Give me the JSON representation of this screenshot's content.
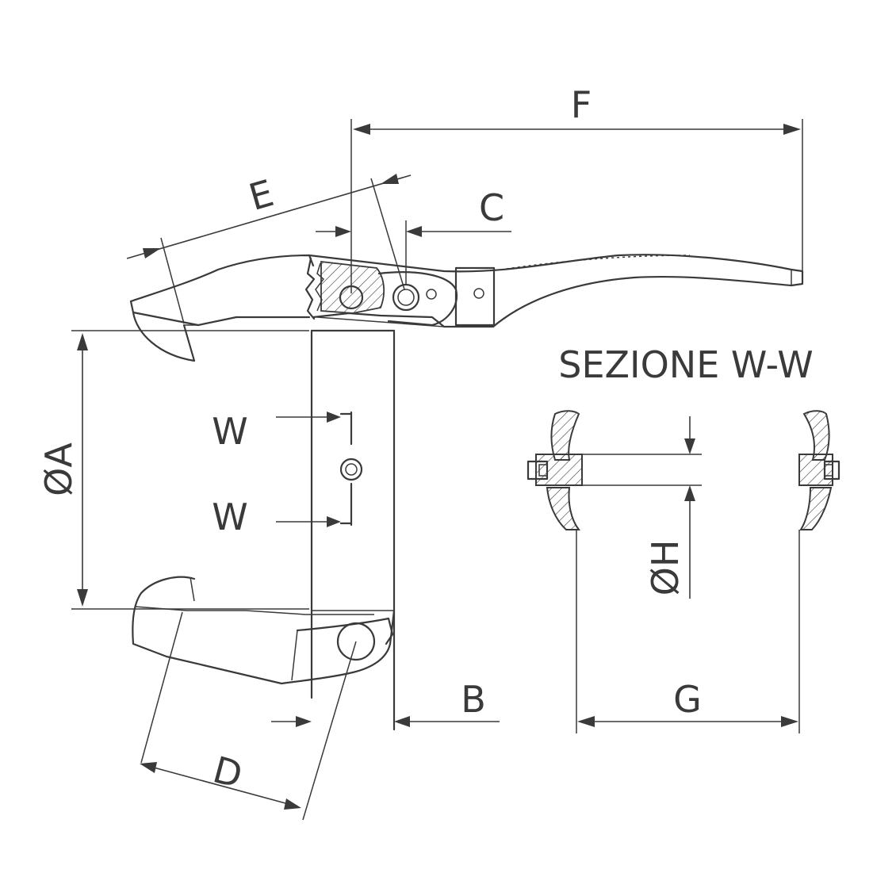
{
  "section_title": "SEZIONE W-W",
  "dimensions": {
    "A": "ØA",
    "B": "B",
    "C": "C",
    "D": "D",
    "E": "E",
    "F": "F",
    "G": "G",
    "H": "ØH",
    "W_top": "W",
    "W_bottom": "W"
  },
  "line_color": "#3a3a3a"
}
